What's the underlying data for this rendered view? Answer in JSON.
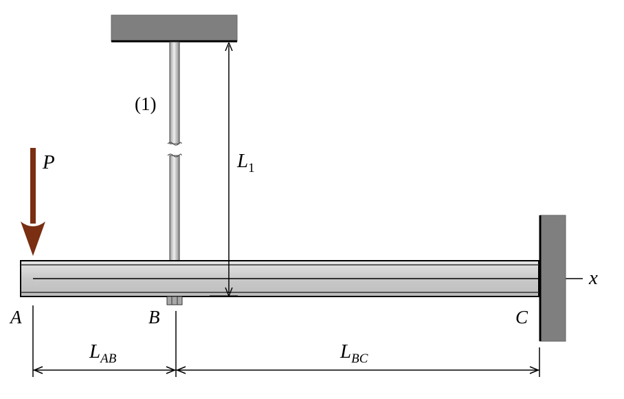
{
  "labels": {
    "member": "(1)",
    "load": "P",
    "rod_length_main": "L",
    "rod_length_sub": "1",
    "point_a": "A",
    "point_b": "B",
    "point_c": "C",
    "axis_x": "x",
    "len_ab_main": "L",
    "len_ab_sub": "AB",
    "len_bc_main": "L",
    "len_bc_sub": "BC"
  },
  "colors": {
    "support": "#7f7f7f",
    "beam": "#cfcfcf",
    "rod": "#bdbdbd",
    "load_arrow": "#7a2e12",
    "line": "#000000"
  }
}
